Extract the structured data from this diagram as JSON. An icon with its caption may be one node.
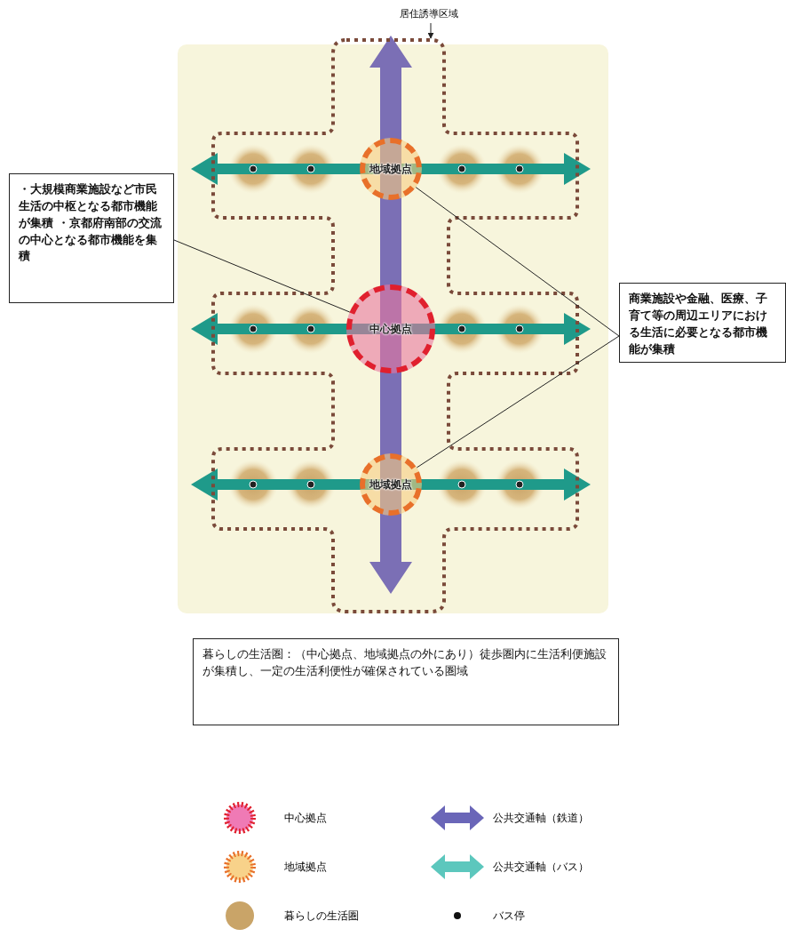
{
  "diagram": {
    "nodes": [
      {
        "text": [
          "居住誘導区域"
        ]
      },
      {
        "text": [],
        "shape": "box"
      },
      {
        "text": [
          "・大規模商業施設など市民生活の中枢となる都市機能が集積 ・京都府南部の交流の中心となる都市機能を集積"
        ]
      },
      {
        "text": [
          "地域拠点"
        ],
        "in": 1
      },
      {
        "text": [
          "中心拠点"
        ],
        "in": 1
      },
      {
        "text": [
          "地域拠点"
        ],
        "in": 1
      },
      {
        "text": [
          "商業施設や金融、医療、子育て等の周辺エリアにおける生活に必要となる都市機能が集積"
        ]
      },
      {
        "text": [
          "暮らしの生活圏：（中心拠点、地域拠点の外にあり）徒歩圏内に生活利便施設が集積し、一定の生活利便性が確保されている圏域"
        ]
      }
    ],
    "edges": [
      {
        "from": 0,
        "to": 1,
        "arrow": "to"
      },
      {
        "from": 2,
        "to": 4,
        "arrow": "none"
      },
      {
        "from": 6,
        "to": 3,
        "arrow": "none"
      },
      {
        "from": 6,
        "to": 5,
        "arrow": "none"
      }
    ],
    "legend": [
      {
        "text": "中心拠点"
      },
      {
        "text": "公共交通軸（鉄道）"
      },
      {
        "text": "地域拠点"
      },
      {
        "text": "公共交通軸（バス）"
      },
      {
        "text": "暮らしの生活圏"
      },
      {
        "text": "バス停"
      }
    ]
  }
}
